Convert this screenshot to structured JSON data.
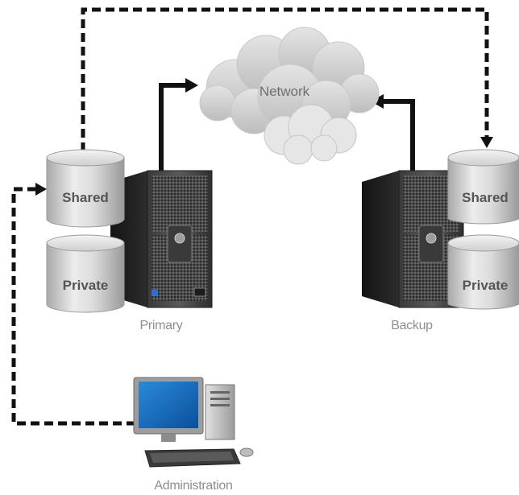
{
  "network": {
    "label": "Network"
  },
  "primary": {
    "label": "Primary",
    "disks": {
      "shared": "Shared",
      "private": "Private"
    }
  },
  "backup": {
    "label": "Backup",
    "disks": {
      "shared": "Shared",
      "private": "Private"
    }
  },
  "admin": {
    "label": "Administration"
  }
}
